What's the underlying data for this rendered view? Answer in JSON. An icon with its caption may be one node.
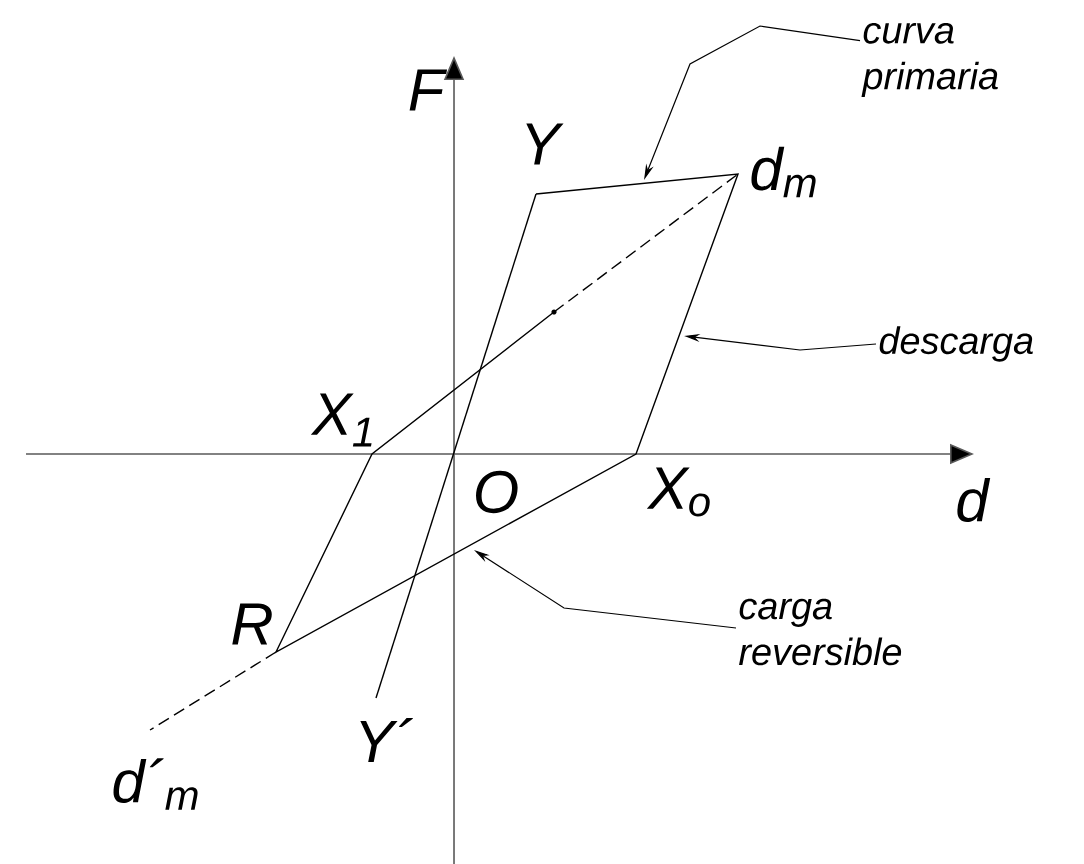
{
  "diagram": {
    "nodes": [
      {
        "text": [
          "curva primaria"
        ]
      },
      {
        "text": [
          "descarga"
        ]
      },
      {
        "text": [
          "carga reversible"
        ]
      }
    ],
    "edges": [
      {
        "from": 0,
        "to": null,
        "arrow": "to"
      },
      {
        "from": 1,
        "to": null,
        "arrow": "to"
      },
      {
        "from": 2,
        "to": null,
        "arrow": "to"
      }
    ],
    "labels": [
      "F",
      "Y",
      "d$_{m}$",
      "X$_{1}$",
      "O",
      "X$_{o}$",
      "d",
      "R",
      "Y´",
      "d´$_{m}$"
    ]
  }
}
